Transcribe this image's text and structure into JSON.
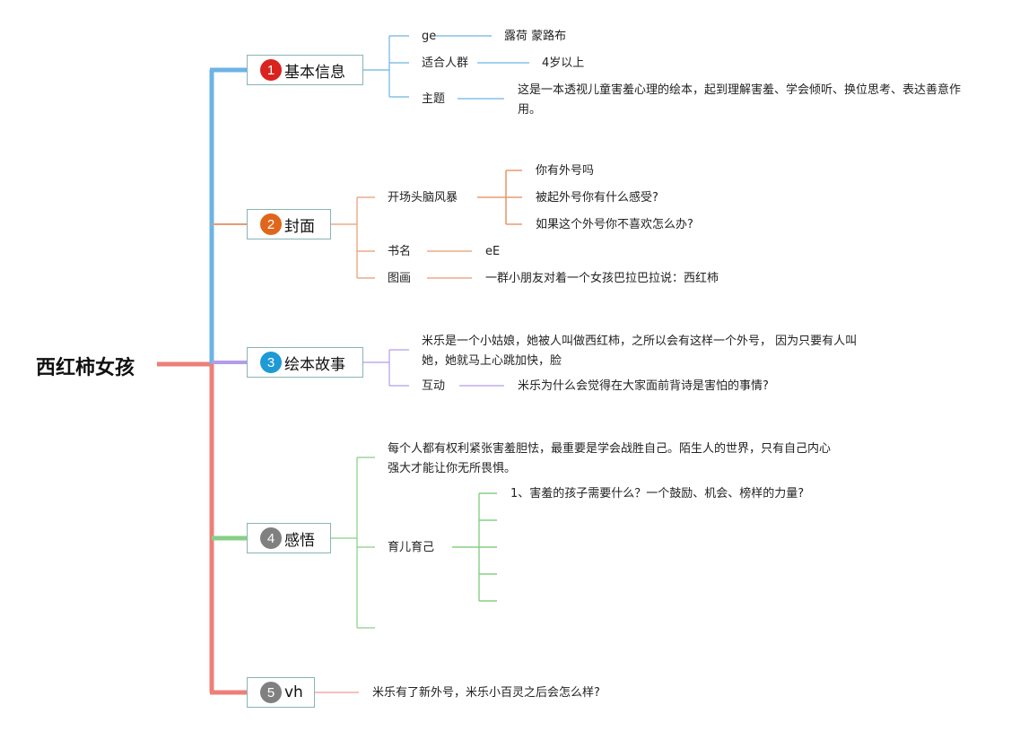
{
  "root": {
    "title": "西红柿女孩"
  },
  "colors": {
    "blue": "#6cb4e4",
    "orange": "#e89a72",
    "purple": "#b49ce8",
    "green": "#86cf86",
    "red": "#ec7f78"
  },
  "branches": [
    {
      "num": "1",
      "label": "基本信息",
      "badge_color": "#d9231f",
      "items": [
        {
          "key": "ge",
          "value": "露荷 蒙路布"
        },
        {
          "key": "适合人群",
          "value": "4岁以上"
        },
        {
          "key": "主题",
          "value": "这是一本透视儿童害羞心理的绘本，起到理解害羞、学会倾听、换位思考、表达善意作用。"
        }
      ]
    },
    {
      "num": "2",
      "label": "封面",
      "badge_color": "#e0661c",
      "items": [
        {
          "key": "开场头脑风暴",
          "subs": [
            "你有外号吗",
            "被起外号你有什么感受?",
            "如果这个外号你不喜欢怎么办?"
          ]
        },
        {
          "key": "书名",
          "value": "eE"
        },
        {
          "key": "图画",
          "value": "一群小朋友对着一个女孩巴拉巴拉说：西红柿"
        }
      ]
    },
    {
      "num": "3",
      "label": "绘本故事",
      "badge_color": "#1e9ad6",
      "items": [
        {
          "text": "米乐是一个小姑娘，她被人叫做西红柿，之所以会有这样一个外号， 因为只要有人叫她，她就马上心跳加快，脸"
        },
        {
          "key": "互动",
          "value": "米乐为什么会觉得在大家面前背诗是害怕的事情?"
        }
      ]
    },
    {
      "num": "4",
      "label": "感悟",
      "badge_color": "#808080",
      "items": [
        {
          "text": "每个人都有权利紧张害羞胆怯，最重要是学会战胜自己。陌生人的世界，只有自己内心强大才能让你无所畏惧。"
        },
        {
          "key": "育儿育己",
          "subs": [
            "1、害羞的孩子需要什么？一个鼓励、机会、榜样的力量?",
            "",
            "",
            "",
            ""
          ]
        }
      ]
    },
    {
      "num": "5",
      "label": "vh",
      "badge_color": "#808080",
      "items": [
        {
          "value": "米乐有了新外号，米乐小百灵之后会怎么样?"
        }
      ]
    }
  ]
}
